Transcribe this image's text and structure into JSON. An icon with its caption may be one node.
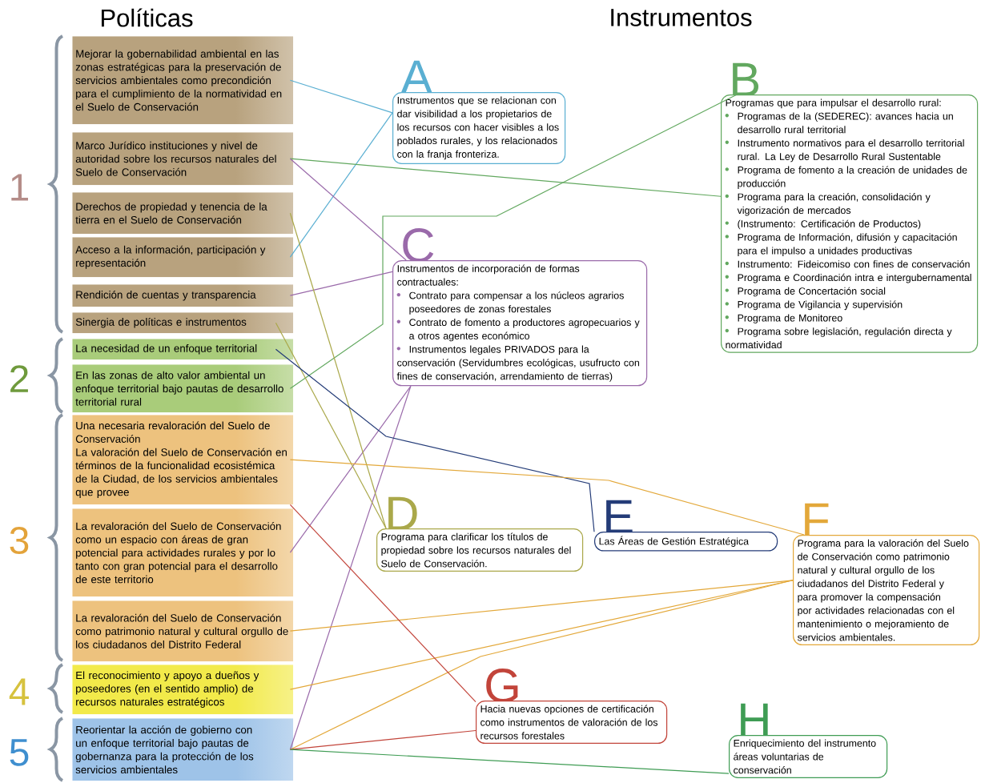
{
  "diagram": {
    "nodes": [
      {
        "text": [
          "Mejorar la gobernabilidad ambiental en las zonas estratégicas para la preservación de servicios ambientales como precondición para el cumplimiento de la normatividad en el Suelo de Conservación"
        ]
      },
      {
        "text": [
          "Marco Jurídico instituciones y nivel de autoridad sobre los recursos naturales del Suelo de Conservación"
        ]
      },
      {
        "text": [
          "Derechos de propiedad y tenencia de la tierra en el Suelo de Conservación"
        ]
      },
      {
        "text": [
          "Acceso a la información, participación y representación"
        ]
      },
      {
        "text": [
          "Rendición de cuentas y transparencia"
        ]
      },
      {
        "text": [
          "Sinergia de políticas e instrumentos"
        ]
      },
      {
        "text": [
          "La necesidad de un enfoque territorial"
        ]
      },
      {
        "text": [
          "En las zonas de alto valor ambiental un enfoque territorial bajo pautas de desarrollo territorial rural"
        ]
      },
      {
        "text": [
          "Una necesaria revaloración del Suelo de Conservación",
          "La valoración del Suelo de Conservación en términos de la funcionalidad ecosistémica de la Ciudad, de los servicios ambientales que provee"
        ]
      },
      {
        "text": [
          "La revaloración del Suelo de Conservación como un espacio con áreas de gran potencial para actividades rurales y por lo tanto con gran potencial para el desarrollo de este territorio"
        ]
      },
      {
        "text": [
          "La revaloración del Suelo de Conservación como patrimonio natural y cultural orgullo de los ciudadanos del Distrito Federal"
        ]
      },
      {
        "text": [
          "El reconocimiento y apoyo a dueños y poseedores (en el sentido amplio) de recursos naturales estratégicos"
        ]
      },
      {
        "text": [
          "Reorientar la acción de gobierno con un enfoque territorial bajo pautas de gobernanza para la protección de los servicios ambientales"
        ]
      },
      {
        "text": [
          "A",
          "Instrumentos que se relacionan con dar visibilidad a los propietarios de los recursos con hacer visibles a los poblados rurales, y los relacionados con la franja fronteriza."
        ]
      },
      {
        "text": [
          "B",
          "Programas que para impulsar el desarrollo rural:",
          "Programas de la (SEDEREC): avances hacia un desarrollo rural territorial",
          "Instrumento normativos para el desarrollo territorial rural. La Ley de Desarrollo Rural Sustentable",
          "Programa de fomento a la creación de unidades de producción",
          "Programa para la creación, consolidación y vigorización de mercados",
          "(Instrumento: Certificación de Productos)",
          "Programa de Información, difusión y capacitación para el impulso a unidades productivas",
          "Instrumento: Fideicomiso con fines de conservación",
          "Programa e Coordinación intra e intergubernamental",
          "Programa de Concertación social",
          "Programa de Vigilancia y supervisión",
          "Programa de Monitoreo",
          "Programa sobre legislación, regulación directa y normatividad"
        ]
      },
      {
        "text": [
          "C",
          "Instrumentos de incorporación de formas contractuales:",
          "Contrato para compensar a los núcleos agrarios poseedores de zonas forestales",
          "Contrato de fomento a productores agropecuarios y a otros agentes económico",
          "Instrumentos legales PRIVADOS para la conservación (Servidumbres ecológicas, usufructo con fines de conservación, arrendamiento de tierras)"
        ]
      },
      {
        "text": [
          "D",
          "Programa para clarificar los títulos de propiedad sobre los recursos naturales del Suelo de Conservación."
        ]
      },
      {
        "text": [
          "E",
          "Las Áreas de Gestión Estratégica"
        ]
      },
      {
        "text": [
          "F",
          "Programa para la valoración del Suelo de Conservación como patrimonio natural y cultural orgullo de los ciudadanos del Distrito Federal y para promover la compensación por actividades relacionadas con el mantenimiento o mejoramiento de servicios ambientales."
        ]
      },
      {
        "text": [
          "G",
          "Hacia nuevas opciones de certificación como instrumentos de valoración de los recursos forestales"
        ]
      },
      {
        "text": [
          "H",
          "Enriquecimiento del instrumento áreas voluntarias de conservación"
        ]
      }
    ],
    "edges": [
      {
        "from": 0,
        "to": 13,
        "arrow": "none",
        "color": "#5aafd2"
      },
      {
        "from": 3,
        "to": 13,
        "arrow": "none",
        "color": "#5aafd2"
      },
      {
        "from": 1,
        "to": 14,
        "arrow": "none",
        "color": "#62a85f"
      },
      {
        "from": 7,
        "to": 14,
        "arrow": "none",
        "color": "#62a85f"
      },
      {
        "from": 1,
        "to": 15,
        "arrow": "none",
        "color": "#9a6aaa"
      },
      {
        "from": 4,
        "to": 15,
        "arrow": "none",
        "color": "#9a6aaa"
      },
      {
        "from": 9,
        "to": 15,
        "arrow": "none",
        "color": "#9a6aaa"
      },
      {
        "from": 12,
        "to": 15,
        "arrow": "none",
        "color": "#9a6aaa"
      },
      {
        "from": 2,
        "to": 16,
        "arrow": "none",
        "color": "#aaa84a"
      },
      {
        "from": 5,
        "to": 16,
        "arrow": "none",
        "color": "#aaa84a"
      },
      {
        "from": 6,
        "to": 17,
        "arrow": "none",
        "color": "#243c78"
      },
      {
        "from": 8,
        "to": 18,
        "arrow": "none",
        "color": "#e3a83a"
      },
      {
        "from": 10,
        "to": 18,
        "arrow": "none",
        "color": "#e3a83a"
      },
      {
        "from": 11,
        "to": 18,
        "arrow": "none",
        "color": "#e3a83a"
      },
      {
        "from": 12,
        "to": 18,
        "arrow": "none",
        "color": "#e3a83a"
      },
      {
        "from": 8,
        "to": 19,
        "arrow": "none",
        "color": "#c2443a"
      },
      {
        "from": 12,
        "to": 19,
        "arrow": "none",
        "color": "#c2443a"
      },
      {
        "from": 12,
        "to": 20,
        "arrow": "none",
        "color": "#3f9c54"
      }
    ],
    "labels": [
      "Políticas",
      "Instrumentos",
      "1",
      "2",
      "3",
      "4",
      "5"
    ]
  }
}
